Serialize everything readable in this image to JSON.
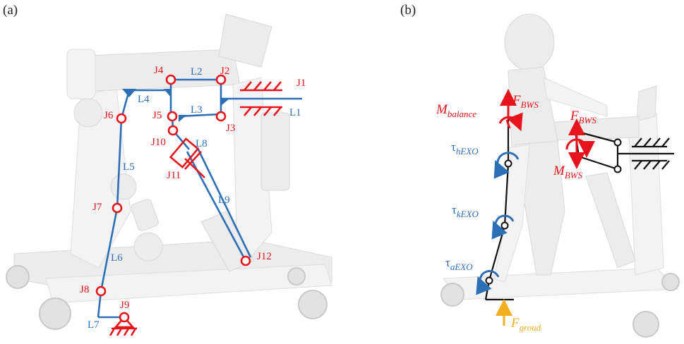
{
  "panels": [
    {
      "label": "(a)"
    },
    {
      "label": "(b)"
    }
  ],
  "panel_a": {
    "joints": [
      "J1",
      "J2",
      "J3",
      "J4",
      "J5",
      "J6",
      "J7",
      "J8",
      "J9",
      "J10",
      "J11",
      "J12"
    ],
    "links": [
      "L1",
      "L2",
      "L3",
      "L4",
      "L5",
      "L6",
      "L7",
      "L8",
      "L9"
    ]
  },
  "panel_b": {
    "F_BWS_torso": {
      "sym": "F",
      "sub": "BWS"
    },
    "M_balance": {
      "sym": "M",
      "sub": "balance"
    },
    "F_BWS_frame": {
      "sym": "F",
      "sub": "BWS"
    },
    "M_BWS": {
      "sym": "M",
      "sub": "BWS"
    },
    "tau_h": {
      "sym": "τ",
      "sub": "hEXO"
    },
    "tau_k": {
      "sym": "τ",
      "sub": "kEXO"
    },
    "tau_a": {
      "sym": "τ",
      "sub": "aEXO"
    },
    "F_ground": {
      "sym": "F",
      "sub": "groud"
    }
  },
  "colors": {
    "joint_red": "#e8141b",
    "link_blue": "#2d6fb7",
    "ground_yellow": "#f2b01e",
    "outline_black": "#111111"
  }
}
